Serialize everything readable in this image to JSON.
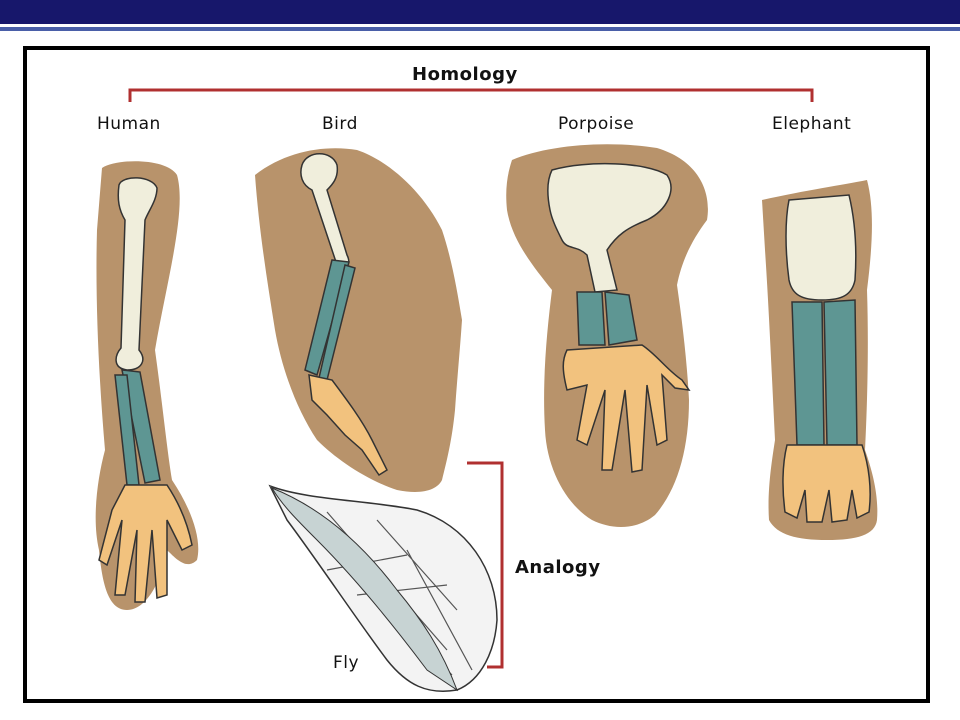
{
  "diagram": {
    "homology_label": "Homology",
    "analogy_label": "Analogy",
    "limbs": {
      "human": "Human",
      "bird": "Bird",
      "porpoise": "Porpoise",
      "elephant": "Elephant",
      "fly": "Fly"
    }
  },
  "colors": {
    "header_bar": "#17176b",
    "header_line": "#4a5fa8",
    "skin": "#b8936b",
    "humerus": "#f0eedc",
    "forearm": "#5e9693",
    "hand_bones": "#f2c27e",
    "bracket": "#b03030"
  }
}
